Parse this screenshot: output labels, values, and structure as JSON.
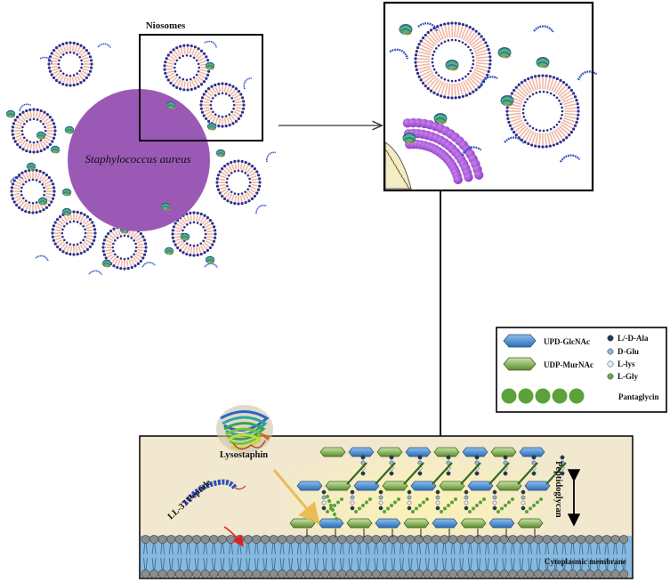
{
  "labels": {
    "niosomes": "Niosomes",
    "bacterium": "Staphylococcus aureus",
    "lysostaphin": "Lysostaphin",
    "ll37": "LL-37 Peptide",
    "peptidoglycan": "Peptidoglycan",
    "membrane": "Cytoplasmic membrane"
  },
  "legend": {
    "glcnac": "UPD-GlcNAc",
    "murnac": "UDP-MurNAc",
    "pentaglycin": "Pantaglycin",
    "amino_acids": [
      {
        "label": "L/-D-Ala",
        "color": "#1f3b57"
      },
      {
        "label": "D-Glu",
        "color": "#8fb6dc"
      },
      {
        "label": "L-lys",
        "color": "#e9eef2"
      },
      {
        "label": "L-Gly",
        "color": "#6aa84f"
      }
    ]
  },
  "colors": {
    "bacterium": "#9b59b6",
    "panel_bg": "#f1e8cf",
    "glcnac": "#3a7ec7",
    "murnac": "#6f9a3e",
    "pentaglycin": "#5aa23a",
    "membrane": "#86b9df",
    "lipid_head": "#8c8c8c",
    "niosome_head": "#2d2f8f",
    "niosome_tail": "#f0b7a4",
    "peptide": "#2f4fc0"
  }
}
